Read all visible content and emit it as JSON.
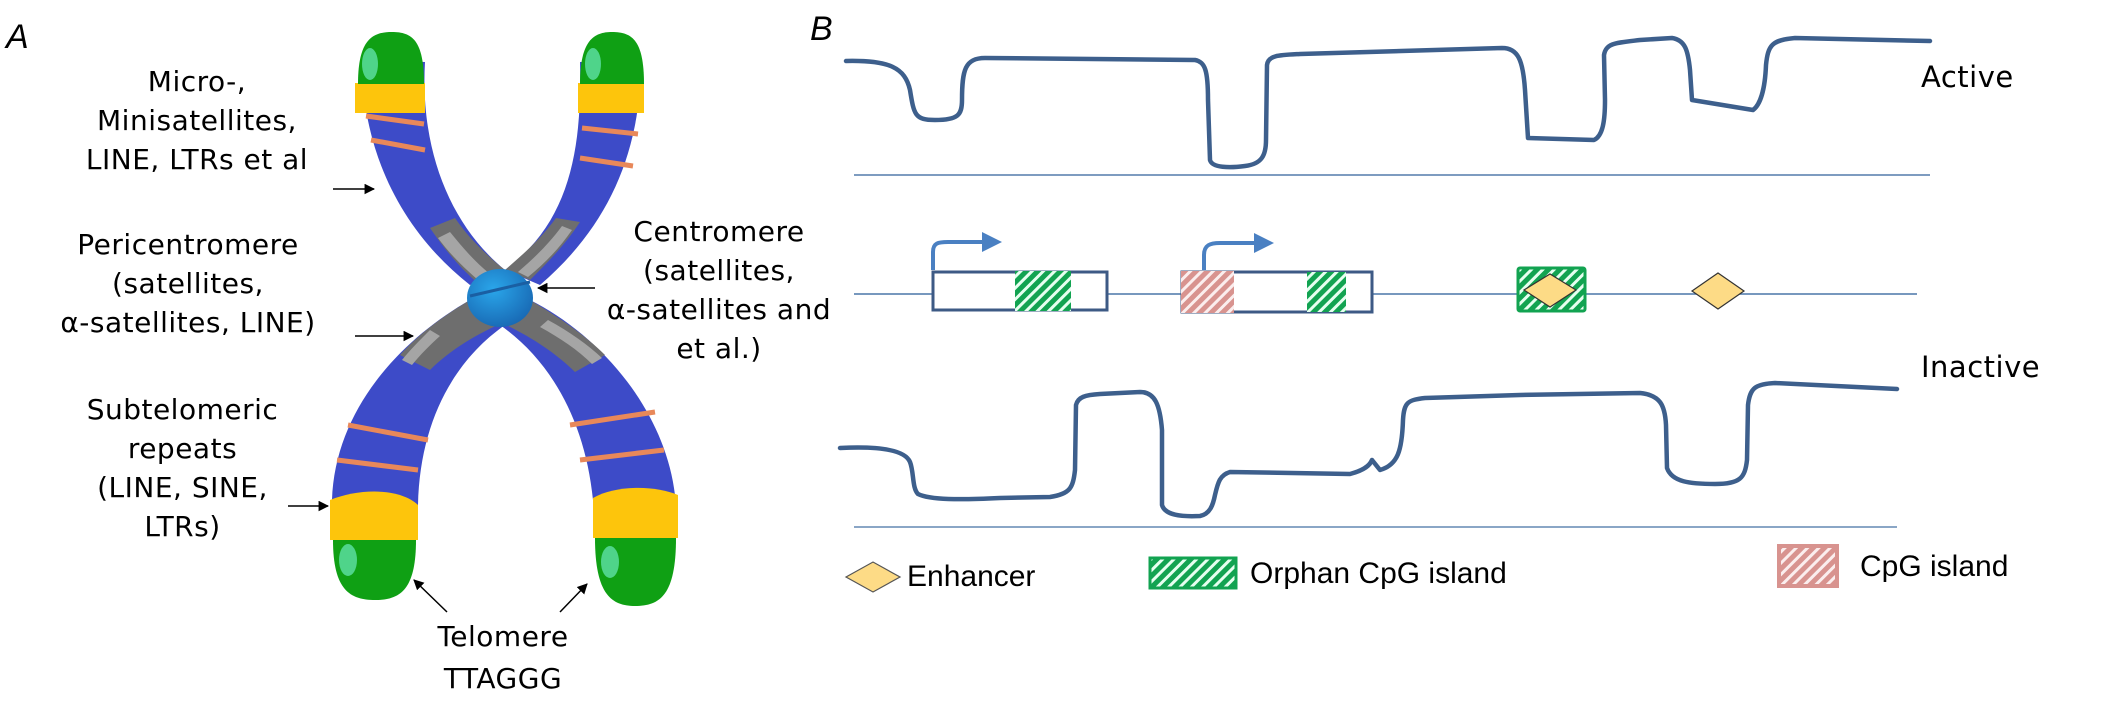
{
  "panel_a": {
    "letter": "A",
    "labels": {
      "repeats": [
        "Micro-,",
        "Minisatellites,",
        "LINE, LTRs et al"
      ],
      "pericentromere": [
        "Pericentromere",
        "(satellites,",
        "α-satellites, LINE)"
      ],
      "subtelomeric": [
        "Subtelomeric",
        "repeats",
        "(LINE, SINE,",
        "LTRs)"
      ],
      "centromere": [
        "Centromere",
        "(satellites,",
        "α-satellites and",
        "et al.)"
      ],
      "telomere": [
        "Telomere",
        "TTAGGG"
      ]
    },
    "colors": {
      "telomere": "#0fa014",
      "telomere_highlight": "#4fd48a",
      "subtelomere": "#fdc50c",
      "arm": "#3d4bc8",
      "band": "#e8885a",
      "pericentromere": "#6e6e6e",
      "pericentromere_light": "#a5a5a5",
      "centromere": "#1a8fd6"
    }
  },
  "panel_b": {
    "letter": "B",
    "states": {
      "active": "Active",
      "inactive": "Inactive"
    },
    "colors": {
      "chromatin_line": "#3d5f8c",
      "baseline": "#7e9cc0",
      "dna_line": "#4a76a8",
      "gene_box": "#3d5a85",
      "tss_arrow": "#4a80c2",
      "orphan_cpg": "#12a351",
      "cpg": "#d8938f",
      "enhancer": "#fddb86"
    },
    "legend": {
      "enhancer": "Enhancer",
      "orphan_cpg": "Orphan CpG island",
      "cpg": "CpG island"
    }
  }
}
